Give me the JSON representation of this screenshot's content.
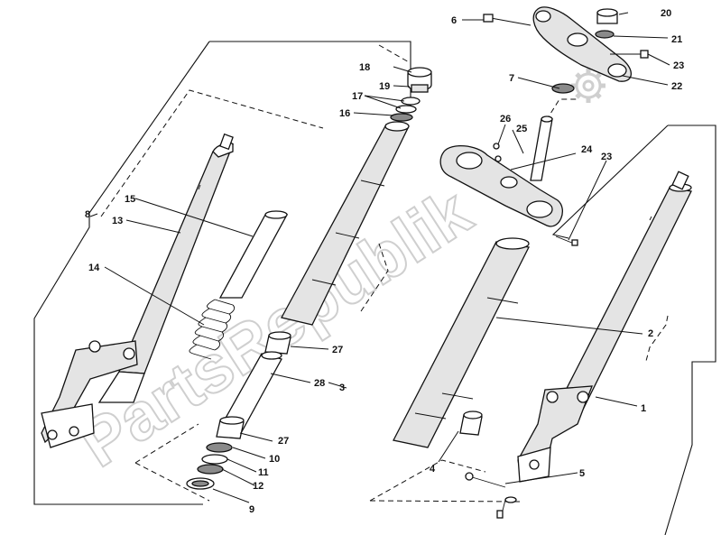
{
  "watermark": {
    "text": "PartsRepublik"
  },
  "callouts": [
    {
      "id": "c1",
      "label": "1"
    },
    {
      "id": "c2",
      "label": "2"
    },
    {
      "id": "c3",
      "label": "3"
    },
    {
      "id": "c4",
      "label": "4"
    },
    {
      "id": "c5",
      "label": "5"
    },
    {
      "id": "c6",
      "label": "6"
    },
    {
      "id": "c7",
      "label": "7"
    },
    {
      "id": "c8",
      "label": "8"
    },
    {
      "id": "c9",
      "label": "9"
    },
    {
      "id": "c10",
      "label": "10"
    },
    {
      "id": "c11",
      "label": "11"
    },
    {
      "id": "c12",
      "label": "12"
    },
    {
      "id": "c13",
      "label": "13"
    },
    {
      "id": "c14",
      "label": "14"
    },
    {
      "id": "c15",
      "label": "15"
    },
    {
      "id": "c16",
      "label": "16"
    },
    {
      "id": "c17",
      "label": "17"
    },
    {
      "id": "c18",
      "label": "18"
    },
    {
      "id": "c19",
      "label": "19"
    },
    {
      "id": "c20",
      "label": "20"
    },
    {
      "id": "c21",
      "label": "21"
    },
    {
      "id": "c22",
      "label": "22"
    },
    {
      "id": "c23a",
      "label": "23"
    },
    {
      "id": "c23b",
      "label": "23"
    },
    {
      "id": "c24",
      "label": "24"
    },
    {
      "id": "c25",
      "label": "25"
    },
    {
      "id": "c26",
      "label": "26"
    },
    {
      "id": "c27a",
      "label": "27"
    },
    {
      "id": "c27b",
      "label": "27"
    },
    {
      "id": "c28",
      "label": "28"
    }
  ]
}
